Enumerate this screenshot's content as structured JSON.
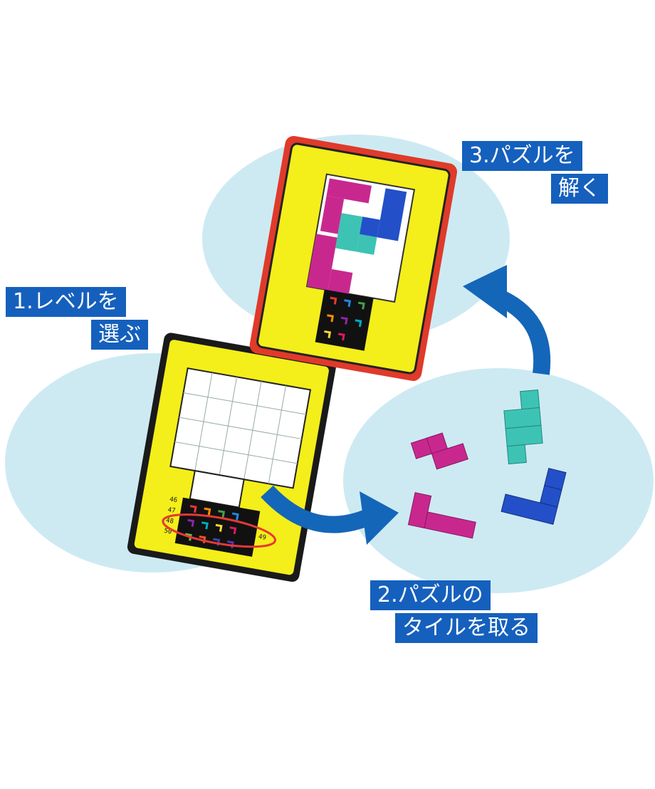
{
  "steps": [
    {
      "line1": "1.レベルを",
      "line2": "選ぶ"
    },
    {
      "line1": "2.パズルの",
      "line2": "タイルを取る"
    },
    {
      "line1": "3.パズルを",
      "line2": "解く"
    }
  ],
  "level_numbers": [
    "46",
    "47",
    "48",
    "49",
    "50"
  ],
  "colors": {
    "oval": "#cdeaf3",
    "arrow": "#1466b8",
    "label_bg": "#1560bd",
    "card": "#f4ee1a",
    "magenta": "#c8288e",
    "teal": "#3dc3b4",
    "blue": "#2350c8",
    "case_red": "#e03a2a"
  }
}
